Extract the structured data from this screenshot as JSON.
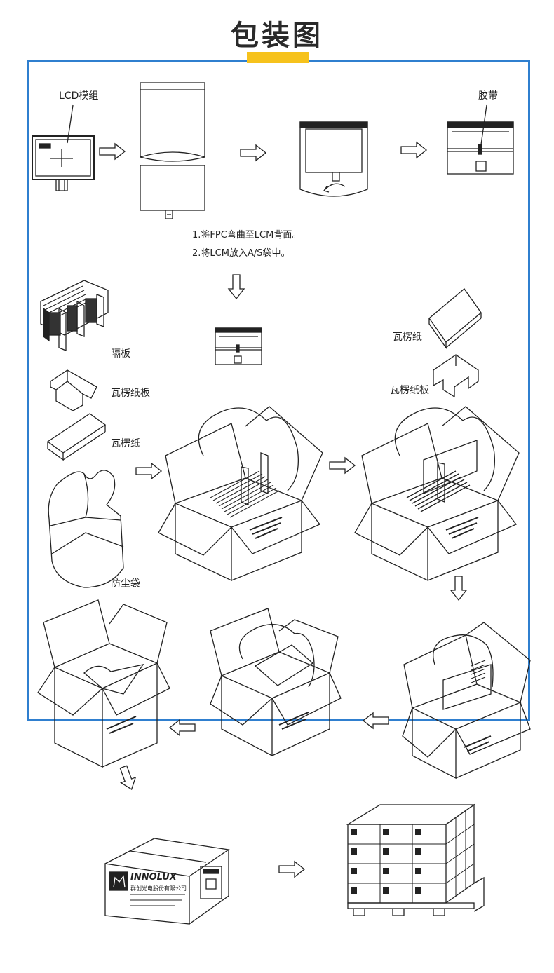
{
  "title": "包装图",
  "labels": {
    "lcd_module": "LCD模组",
    "tape": "胶带",
    "step1": "1.将FPC弯曲至LCM背面。",
    "step2": "2.将LCM放入A/S袋中。",
    "divider": "隔板",
    "corrugated_board_left": "瓦楞纸板",
    "corrugated_paper_left": "瓦楞纸",
    "corrugated_paper_right": "瓦楞纸",
    "corrugated_board_right": "瓦楞纸板",
    "dust_bag": "防尘袋"
  },
  "brand": {
    "logo_text": "INNOLUX",
    "company": "群创光电股份有限公司"
  },
  "colors": {
    "frame": "#2f7fcf",
    "accent": "#f6c21c",
    "line": "#222222"
  }
}
